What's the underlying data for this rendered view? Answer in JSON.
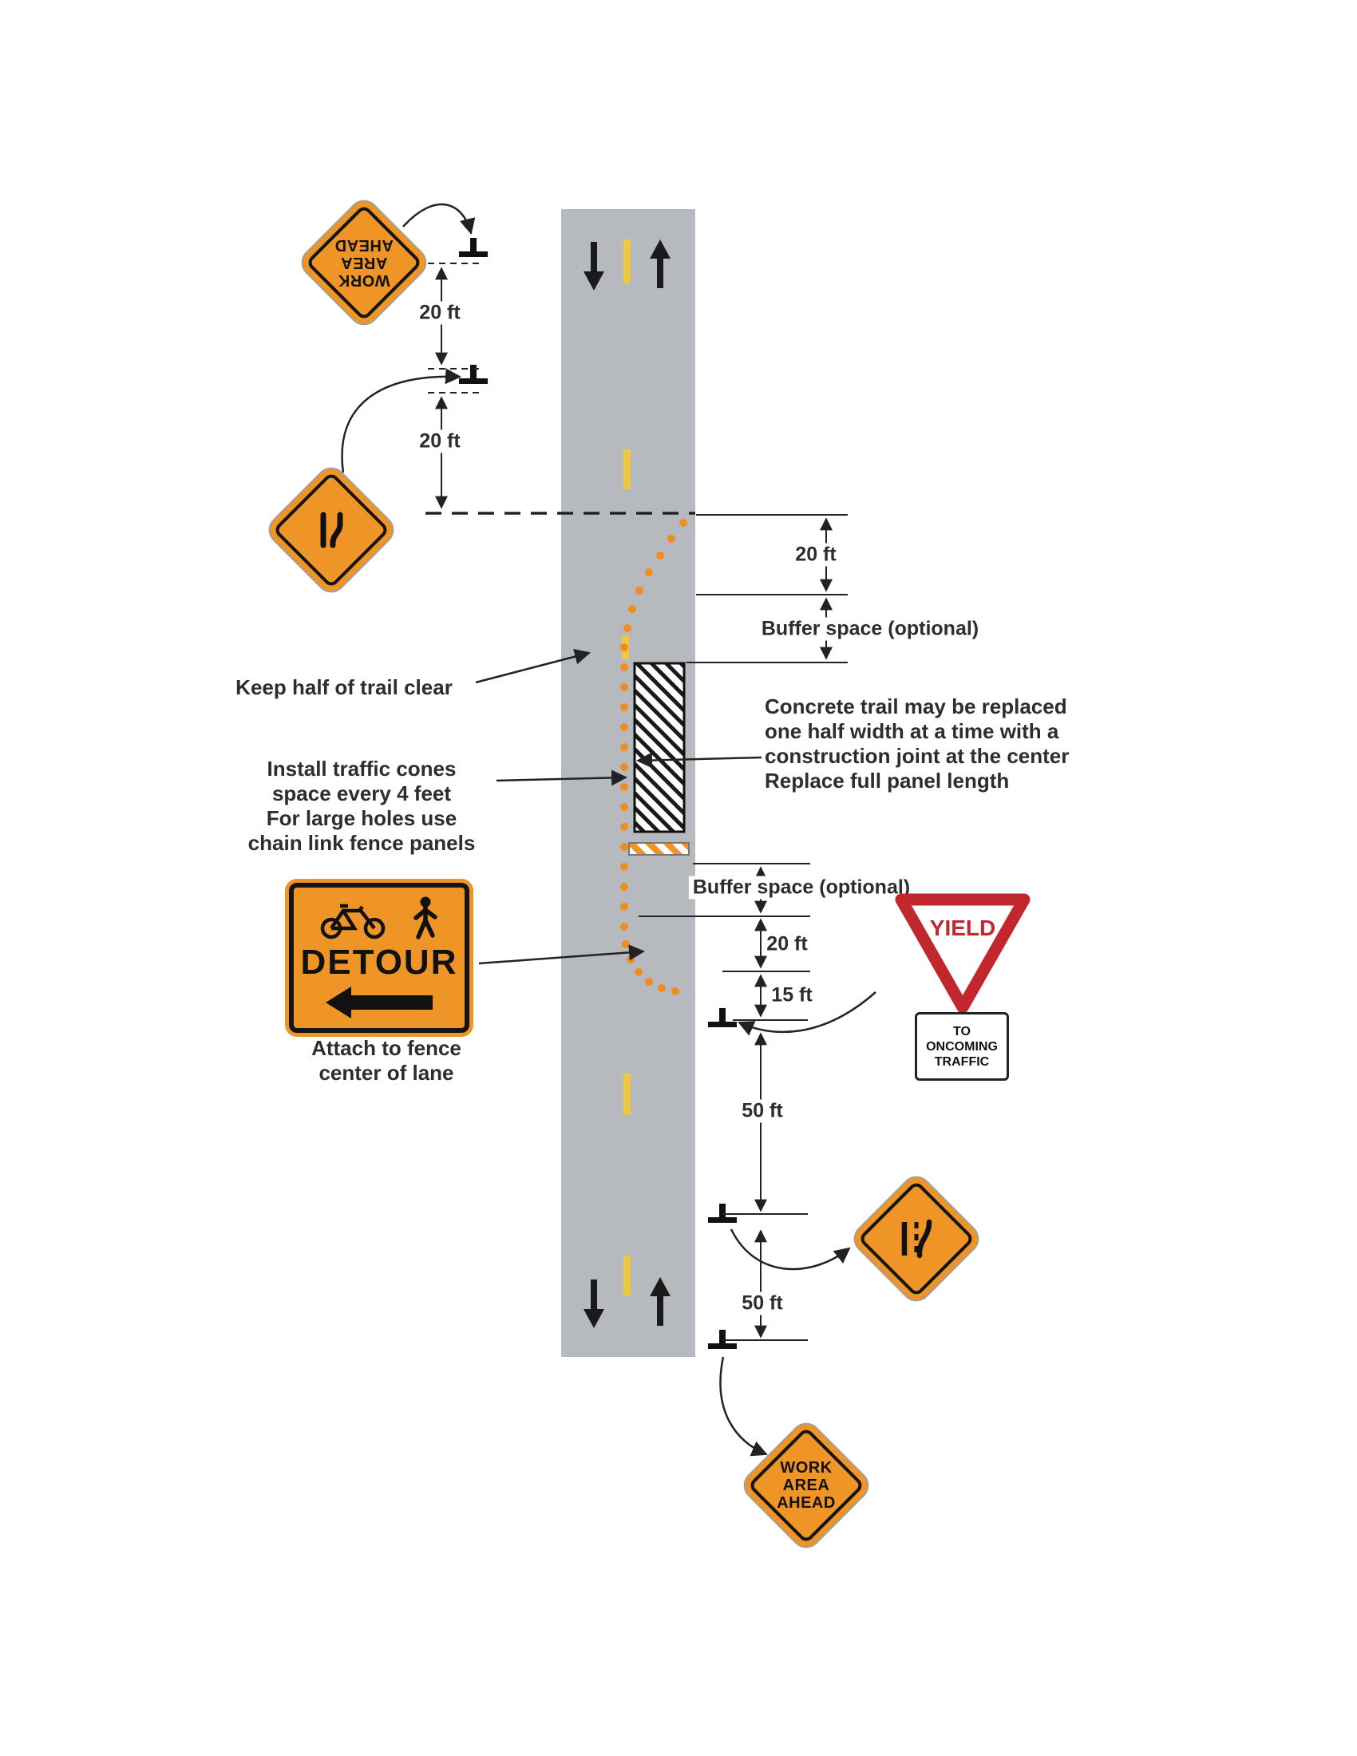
{
  "colors": {
    "trail_gray": "#b6b9bd",
    "sign_orange": "#ef9426",
    "cone_orange": "#ef8d1f",
    "centerline_yellow": "#eec83d",
    "yield_red": "#c1272d",
    "ink": "#1a1a1a"
  },
  "signs": {
    "work_ahead_top": [
      "WORK",
      "AREA",
      "AHEAD"
    ],
    "lane_shift_symbol": "reverse-curve-symbol",
    "detour": {
      "title": "DETOUR"
    },
    "yield": {
      "title": "YIELD",
      "plaque": [
        "TO",
        "ONCOMING",
        "TRAFFIC"
      ]
    },
    "merge_symbol": "lane-ends-merge-symbol",
    "work_ahead_bottom": [
      "WORK",
      "AREA",
      "AHEAD"
    ]
  },
  "dimensions": {
    "top_gap_1": "20 ft",
    "top_gap_2": "20 ft",
    "taper_length": "20 ft",
    "buffer_upper": "Buffer space (optional)",
    "buffer_lower": "Buffer space (optional)",
    "downstream_taper": "20 ft",
    "cone_to_sign": "15 ft",
    "sign_spacing_1": "50 ft",
    "sign_spacing_2": "50 ft"
  },
  "annotations": {
    "keep_half": "Keep half of trail clear",
    "cones": [
      "Install traffic cones",
      "space every 4 feet",
      "For large holes use",
      "chain link fence panels"
    ],
    "concrete": [
      "Concrete trail may be replaced",
      "one half width at a time with a",
      "construction joint at the center",
      "Replace full panel length"
    ],
    "attach": [
      "Attach to fence",
      "center of lane"
    ]
  }
}
